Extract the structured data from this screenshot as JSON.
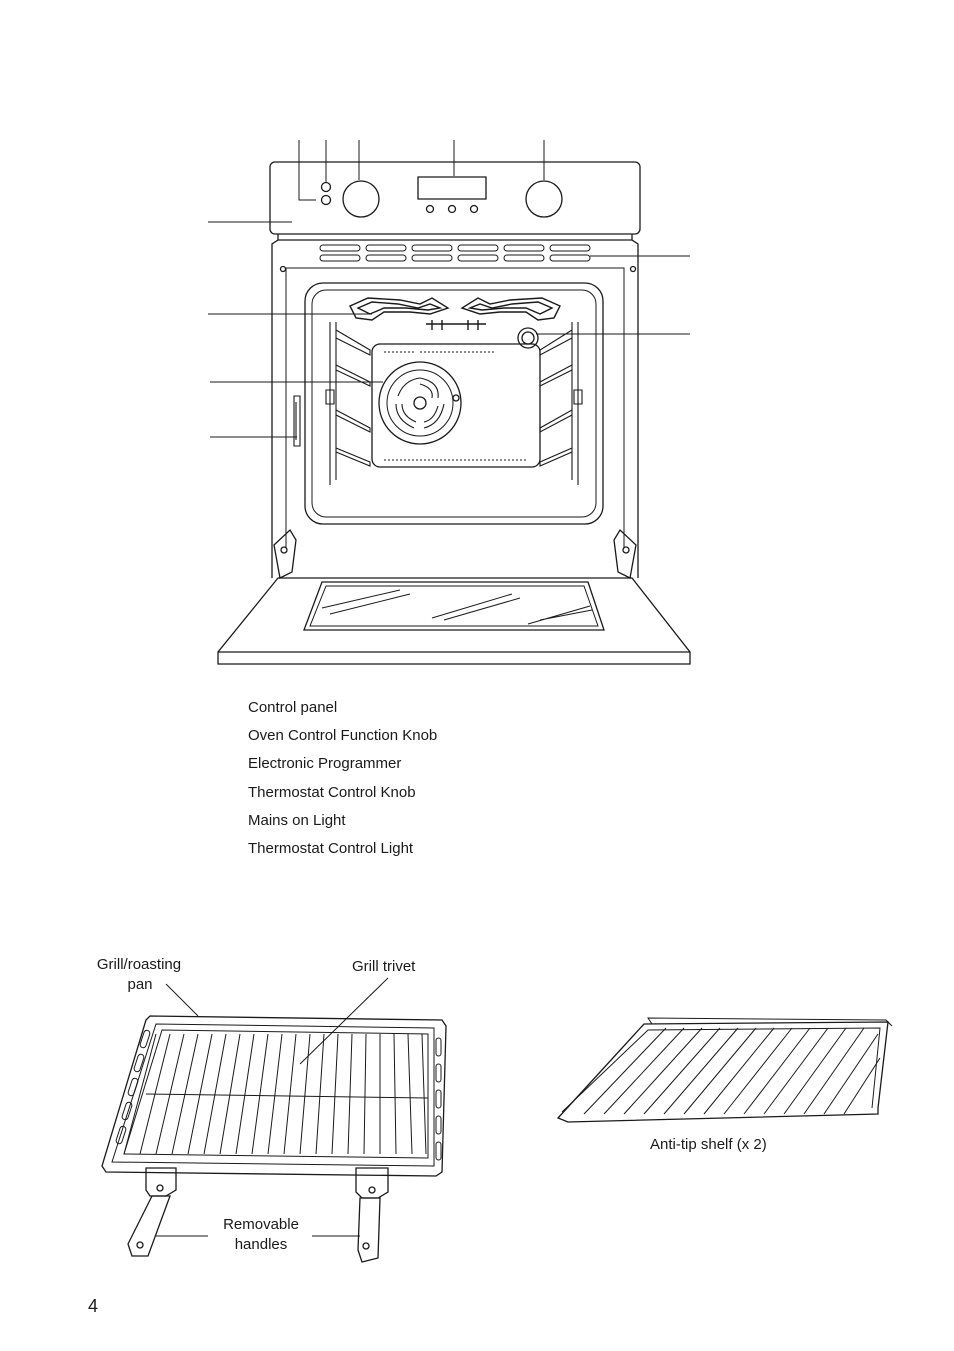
{
  "legend": {
    "items": [
      "Control panel",
      "Oven Control Function Knob",
      "Electronic Programmer",
      "Thermostat Control Knob",
      "Mains on Light",
      "Thermostat Control Light"
    ]
  },
  "accessories": {
    "grill_pan_label_line1": "Grill/roasting",
    "grill_pan_label_line2": "pan",
    "grill_trivet_label": "Grill trivet",
    "handles_label_line1": "Removable",
    "handles_label_line2": "handles",
    "shelf_label": "Anti-tip shelf (x 2)"
  },
  "page_number": "4"
}
